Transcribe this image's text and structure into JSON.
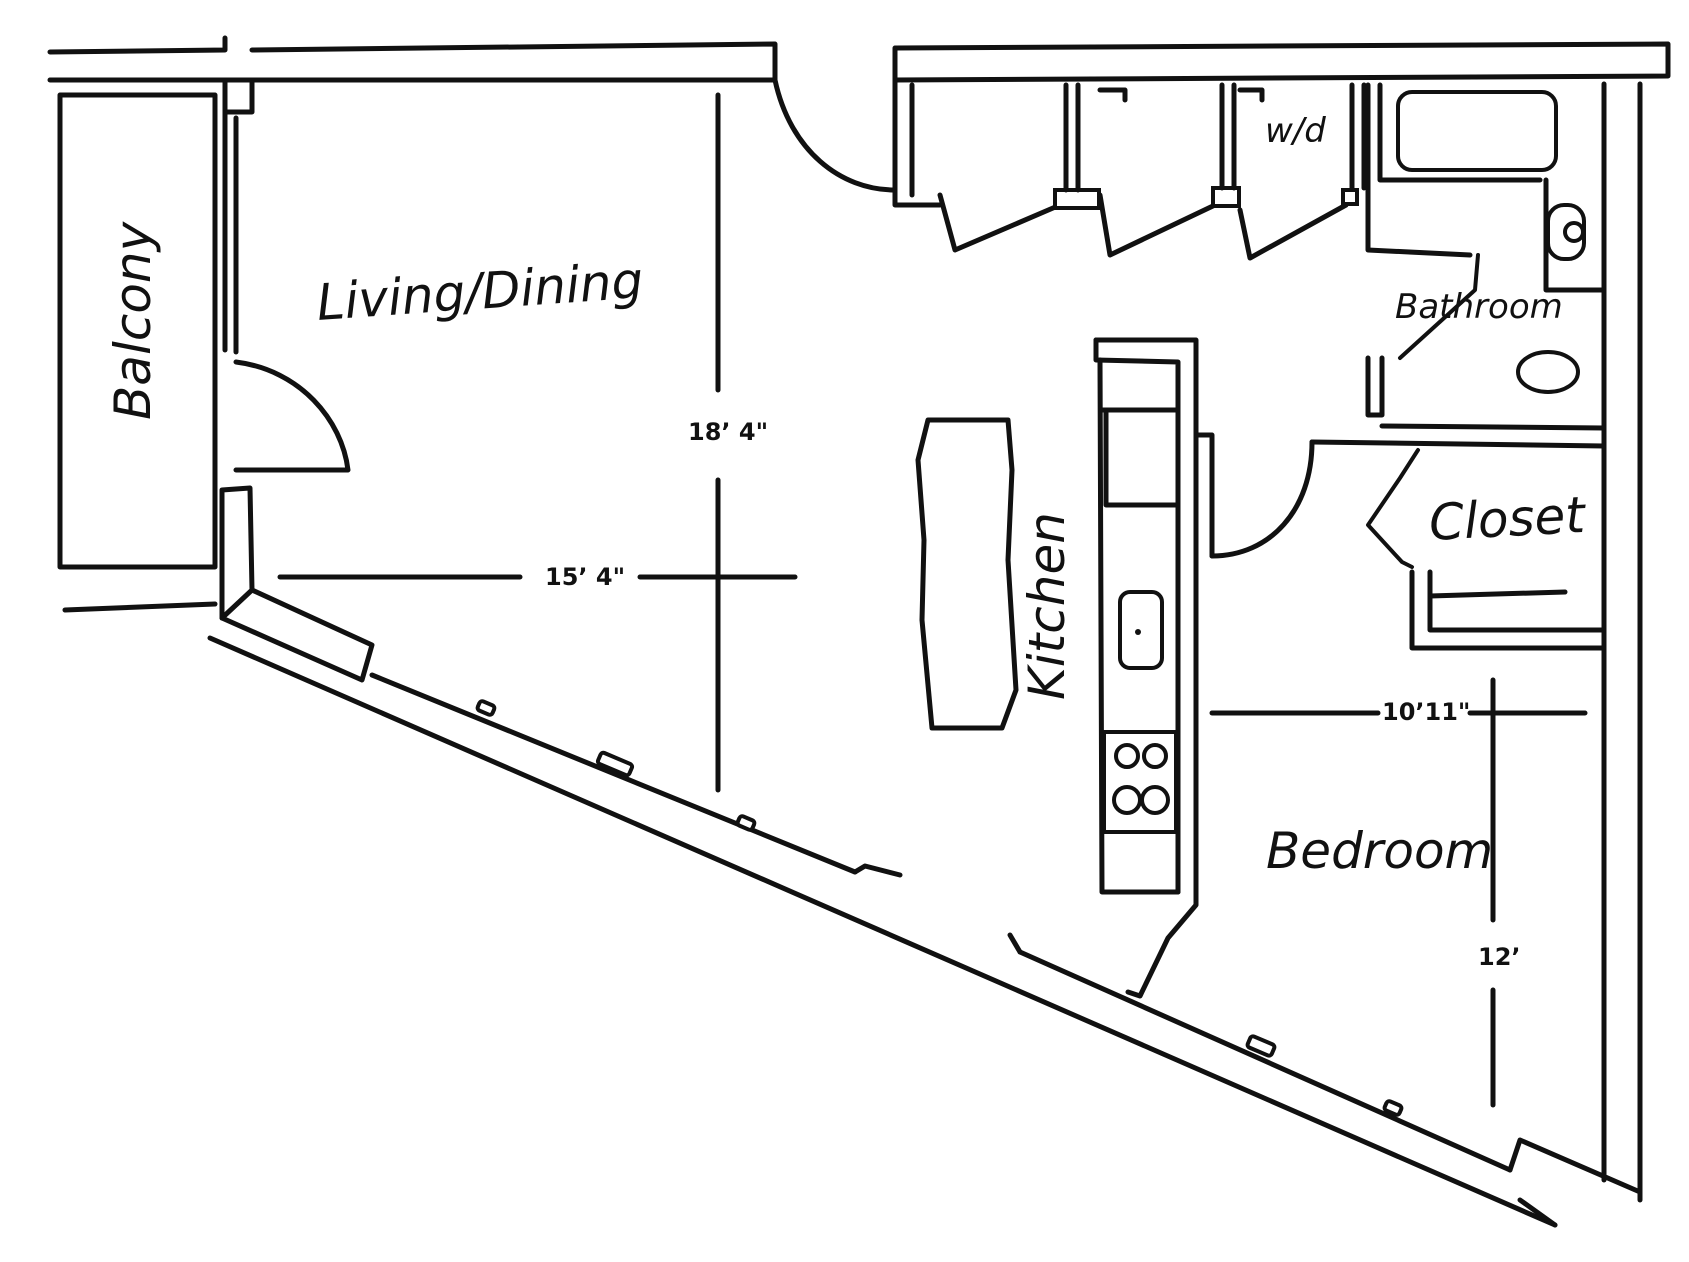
{
  "rooms": {
    "balcony": "Balcony",
    "living_dining": "Living/Dining",
    "kitchen": "Kitchen",
    "bathroom": "Bathroom",
    "closet": "Closet",
    "bedroom": "Bedroom",
    "washer_dryer": "w/d"
  },
  "dimensions": {
    "living_height": "18’ 4\"",
    "living_width": "15’ 4\"",
    "bedroom_width": "10’11\"",
    "bedroom_height": "12’"
  }
}
